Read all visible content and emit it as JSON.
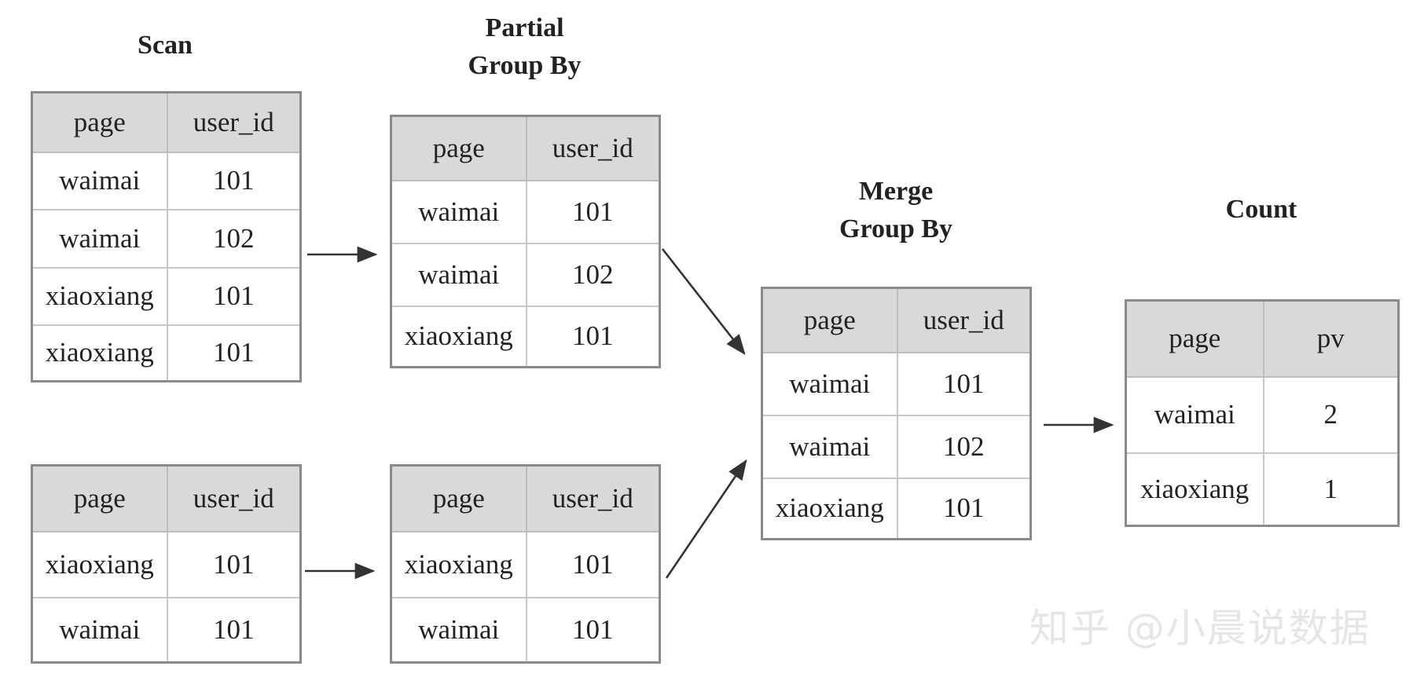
{
  "headings": {
    "scan": "Scan",
    "partial_line1": "Partial",
    "partial_line2": "Group By",
    "merge_line1": "Merge",
    "merge_line2": "Group By",
    "count": "Count"
  },
  "tables": {
    "scan_top": {
      "headers": [
        "page",
        "user_id"
      ],
      "rows": [
        [
          "waimai",
          "101"
        ],
        [
          "waimai",
          "102"
        ],
        [
          "xiaoxiang",
          "101"
        ],
        [
          "xiaoxiang",
          "101"
        ]
      ]
    },
    "scan_bottom": {
      "headers": [
        "page",
        "user_id"
      ],
      "rows": [
        [
          "xiaoxiang",
          "101"
        ],
        [
          "waimai",
          "101"
        ]
      ]
    },
    "partial_top": {
      "headers": [
        "page",
        "user_id"
      ],
      "rows": [
        [
          "waimai",
          "101"
        ],
        [
          "waimai",
          "102"
        ],
        [
          "xiaoxiang",
          "101"
        ]
      ]
    },
    "partial_bottom": {
      "headers": [
        "page",
        "user_id"
      ],
      "rows": [
        [
          "xiaoxiang",
          "101"
        ],
        [
          "waimai",
          "101"
        ]
      ]
    },
    "merge": {
      "headers": [
        "page",
        "user_id"
      ],
      "rows": [
        [
          "waimai",
          "101"
        ],
        [
          "waimai",
          "102"
        ],
        [
          "xiaoxiang",
          "101"
        ]
      ]
    },
    "count": {
      "headers": [
        "page",
        "pv"
      ],
      "rows": [
        [
          "waimai",
          "2"
        ],
        [
          "xiaoxiang",
          "1"
        ]
      ]
    }
  },
  "watermark": "知乎 @小晨说数据"
}
